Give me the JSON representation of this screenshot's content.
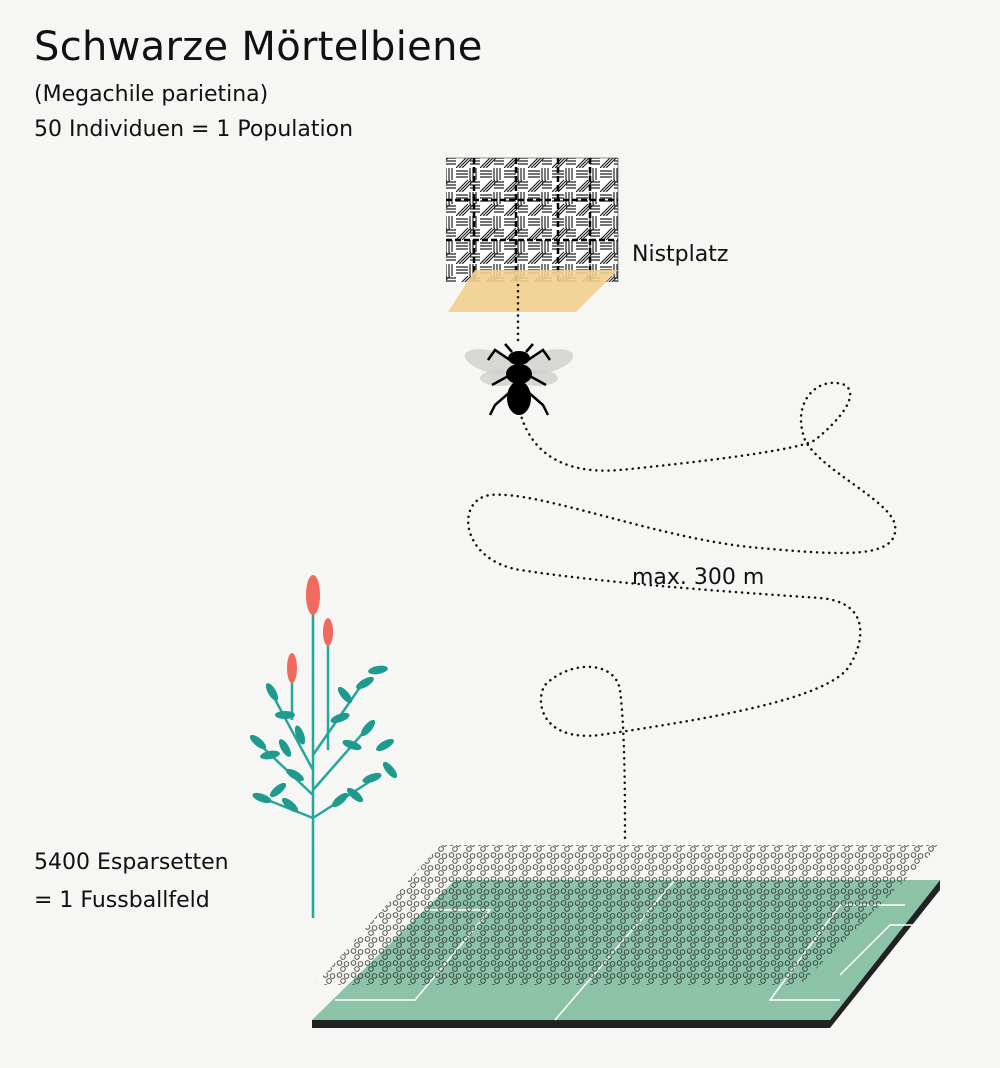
{
  "title": "Schwarze Mörtelbiene",
  "latin_name": "(Megachile parietina)",
  "population": "50 Individuen = 1 Population",
  "nest_label": "Nistplatz",
  "distance_label": "max. 300 m",
  "plants_line1": "5400 Esparsetten",
  "plants_line2": "= 1 Fussballfeld",
  "colors": {
    "background": "#f6f6f4",
    "sand": "#f2cf8e",
    "field": "#8cc3a6",
    "leaf": "#1f9a8e",
    "flower": "#f06a5e",
    "stem": "#25a79c"
  }
}
